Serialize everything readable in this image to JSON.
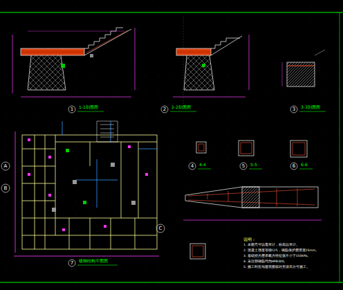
{
  "diagram": {
    "labels": [
      "1",
      "1-1剖面图",
      "2",
      "2-2剖面图",
      "3",
      "3-3剖面图",
      "4",
      "4-4",
      "5",
      "5-5",
      "6",
      "6-6",
      "7",
      "楼梯结构平面图",
      "A",
      "B",
      "C",
      "说明：",
      "1. 本图尺寸以毫米计，标高以米计。",
      "2. 混凝土强度等级C25，钢筋保护层厚度25mm。",
      "3. 基础持力层承载力特征值不小于150kPa。",
      "4. 未注明钢筋均为HPB300。",
      "5. 施工时应与建筑图核对无误后方可施工。"
    ]
  }
}
